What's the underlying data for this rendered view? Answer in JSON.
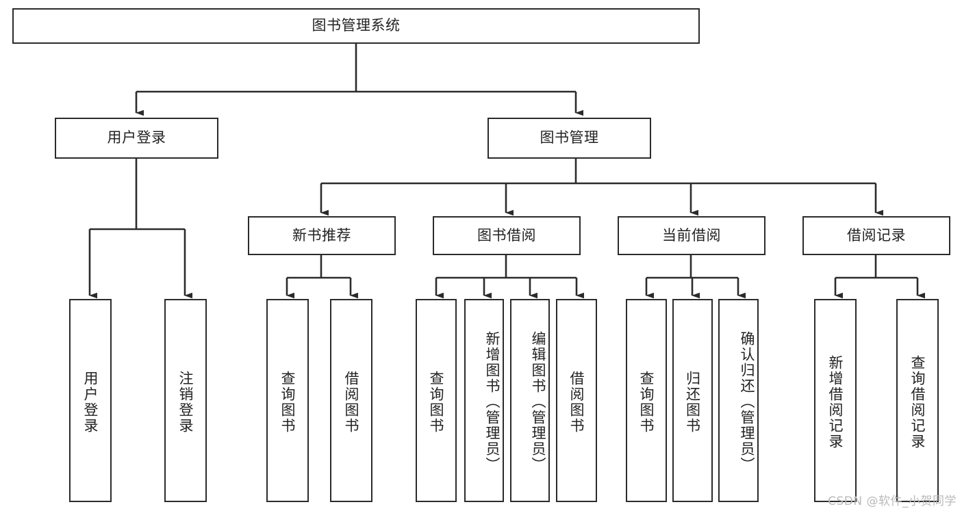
{
  "diagram": {
    "title": "图书管理系统",
    "type": "tree-hierarchy-diagram",
    "colors": {
      "box_border": "#2b2b2b",
      "box_fill": "#ffffff",
      "edge": "#2b2b2b",
      "text": "#222222",
      "watermark": "#b9b9b9",
      "background": "#ffffff"
    },
    "root": {
      "label": "图书管理系统"
    },
    "level2": [
      {
        "label": "用户登录"
      },
      {
        "label": "图书管理"
      }
    ],
    "level3": [
      {
        "label": "新书推荐"
      },
      {
        "label": "图书借阅"
      },
      {
        "label": "当前借阅"
      },
      {
        "label": "借阅记录"
      }
    ],
    "leaves": {
      "user_login": [
        {
          "label": "用户登录"
        },
        {
          "label": "注销登录"
        }
      ],
      "new_book_recommend": [
        {
          "label": "查询图书"
        },
        {
          "label": "借阅图书"
        }
      ],
      "book_borrow": [
        {
          "label": "查询图书"
        },
        {
          "label": "新增图书（管理员）"
        },
        {
          "label": "编辑图书（管理员）"
        },
        {
          "label": "借阅图书"
        }
      ],
      "current_borrow": [
        {
          "label": "查询图书"
        },
        {
          "label": "归还图书"
        },
        {
          "label": "确认归还（管理员）"
        }
      ],
      "borrow_record": [
        {
          "label": "新增借阅记录"
        },
        {
          "label": "查询借阅记录"
        }
      ]
    }
  },
  "watermark": {
    "text": "CSDN @软件_小贺同学"
  }
}
